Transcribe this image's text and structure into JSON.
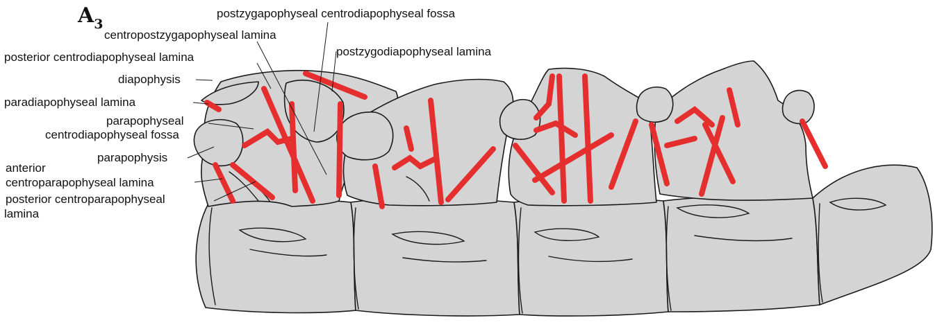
{
  "figure": {
    "panel_letter": "A",
    "panel_subscript": "3"
  },
  "labels": {
    "postzygapophyseal_centrodiapophyseal_fossa": "postzygapophyseal centrodiapophyseal fossa",
    "centropostzygapophyseal_lamina": "centropostzygapophyseal lamina",
    "postzygodiapophyseal_lamina": "postzygodiapophyseal lamina",
    "posterior_centrodiapophyseal_lamina": "posterior centrodiapophyseal lamina",
    "diapophysis": "diapophysis",
    "paradiapophyseal_lamina": "paradiapophyseal lamina",
    "parapophyseal_centrodiapophyseal_fossa_line1": "parapophyseal",
    "parapophyseal_centrodiapophyseal_fossa_line2": "centrodiapophyseal fossa",
    "parapophysis": "parapophysis",
    "anterior_centroparapophyseal_lamina_line1": "anterior",
    "anterior_centroparapophyseal_lamina_line2": "centroparapophyseal lamina",
    "posterior_centroparapophyseal_lamina_line1": "posterior centroparapophyseal",
    "posterior_centroparapophyseal_lamina_line2": "lamina"
  },
  "colors": {
    "lamina_highlight": "#e52e2e",
    "bone_fill": "#d4d4d4",
    "outline": "#1a1a1a"
  }
}
